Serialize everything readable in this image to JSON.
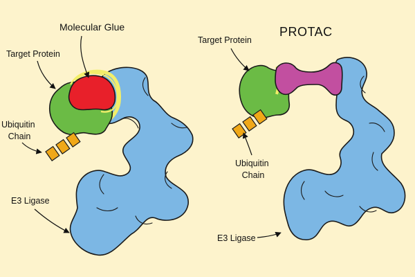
{
  "colors": {
    "background": "#fdf3cc",
    "e3_ligase": "#7cb7e4",
    "target_protein": "#6bbb45",
    "molecular_glue": "#e8202a",
    "protac": "#c24fa0",
    "interface_highlight": "#f2ee6a",
    "ubiquitin": "#f0a818",
    "outline": "#1a1a1a"
  },
  "left_panel": {
    "molecular_glue_label": "Molecular Glue",
    "target_protein_label": "Target Protein",
    "ubiquitin_label_line1": "Ubiquitin",
    "ubiquitin_label_line2": "Chain",
    "e3_ligase_label": "E3 Ligase"
  },
  "right_panel": {
    "protac_label": "PROTAC",
    "target_protein_label": "Target Protein",
    "ubiquitin_label_line1": "Ubiquitin",
    "ubiquitin_label_line2": "Chain",
    "e3_ligase_label": "E3 Ligase"
  }
}
